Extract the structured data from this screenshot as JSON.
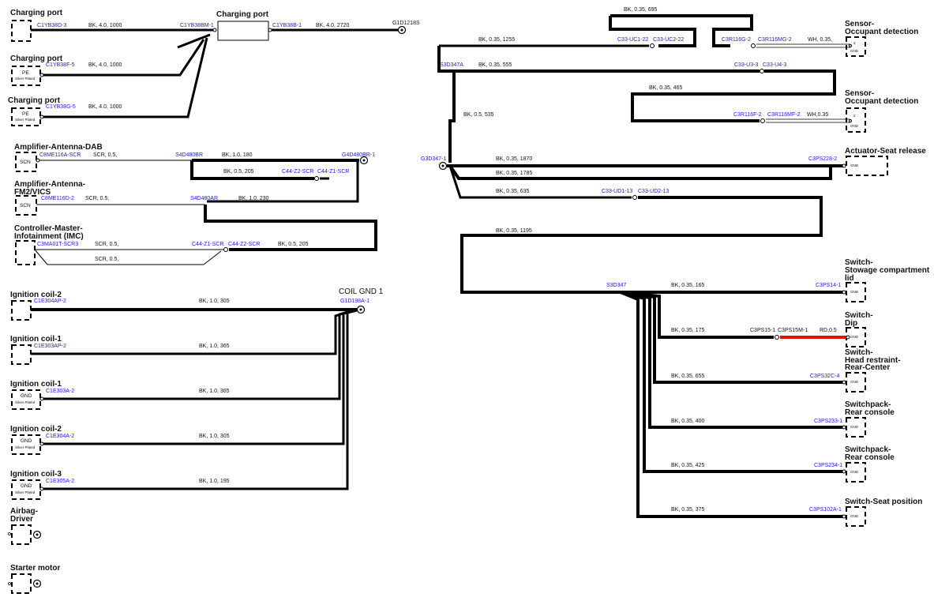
{
  "components": {
    "charging_port_1": "Charging port",
    "charging_port_2": "Charging port",
    "charging_port_3": "Charging port",
    "charging_port_4": "Charging port",
    "amp_dab": "Amplifier-Antenna-DAB",
    "amp_fm_1": "Amplifier-Antenna-",
    "amp_fm_2": "FM2/VICS",
    "imc_1": "Controller-Master-",
    "imc_2": "Infotainment (IMC)",
    "ign_coil_2a": "Ignition coil-2",
    "ign_coil_1a": "Ignition coil-1",
    "ign_coil_1b": "Ignition coil-1",
    "ign_coil_2b": "Ignition coil-2",
    "ign_coil_3": "Ignition coil-3",
    "airbag_1": "Airbag-",
    "airbag_2": "Driver",
    "starter": "Starter motor",
    "coil_gnd": "COIL GND 1",
    "sensor_occ_1a": "Sensor-",
    "sensor_occ_1b": "Occupant detection",
    "sensor_occ_2a": "Sensor-",
    "sensor_occ_2b": "Occupant detection",
    "act_seat": "Actuator-Seat release",
    "sw_stow_1": "Switch-",
    "sw_stow_2": "Stowage compartment",
    "sw_stow_3": "lid",
    "sw_dip_1": "Switch-",
    "sw_dip_2": "Dip",
    "sw_head_1": "Switch-",
    "sw_head_2": "Head restraint-",
    "sw_head_3": "Rear-Center",
    "sw_pack1_1": "Switchpack-",
    "sw_pack1_2": "Rear console",
    "sw_pack2_1": "Switchpack-",
    "sw_pack2_2": "Rear console",
    "sw_seatpos": "Switch-Seat position"
  },
  "inner_labels": {
    "pe_1": "PE",
    "pe_1_sub": "Silver Plated",
    "pe_2": "PE",
    "pe_2_sub": "Silver Plated",
    "scn_1": "SCN",
    "scn_2": "SCN",
    "gnd_c1": "GND",
    "gnd_c1_sub": "Silver Plated",
    "gnd_c2": "GND",
    "gnd_c2_sub": "Silver Plated",
    "gnd_c3": "GND",
    "gnd_c3_sub": "Silver Plated",
    "occ1_pin": "2",
    "occ1_gnd": "GND",
    "occ2_pin": "2",
    "occ2_gnd": "GND",
    "act_gnd": "GND",
    "stow_gnd": "GND",
    "dip_gnd": "GND",
    "head_gnd": "GND",
    "pack1_gnd": "GND",
    "pack2_gnd": "GND",
    "seatpos_gnd": "GND"
  },
  "connectors": {
    "c1yb38d3": "C1YB38D-3",
    "c1yb38bm1": "C1YB38BM-1",
    "c1yb38b1": "C1YB38B-1",
    "g1d1218s": "G1D1218S",
    "c1yb38f5": "C1YB38F-5",
    "c1yb38g5": "C1YB38G-5",
    "c8me116a": "C8ME116A-SCR",
    "s4d480br": "S4D480BR",
    "g4d480br1": "G4D480BR-1",
    "c44z2scr": "C44-Z2-SCR",
    "c44z1scr_a": "C44-Z1-SCR",
    "c8me116d2": "C8ME116D-2",
    "s4d480ar": "S4D480AR",
    "c3ma01t": "C3MA01T-SCR3",
    "c44z1scr_b": "C44-Z1-SCR",
    "c44z2scr_b": "C44-Z2-SCR",
    "c1e304ap2": "C1E304AP-2",
    "g1d198a1": "G1D198A-1",
    "c1e303ap2": "C1E303AP-2",
    "c1e303a2": "C1E303A-2",
    "c1e304a2": "C1E304A-2",
    "c1e305a2": "C1E305A-2",
    "c33uc122": "C33-UC1-22",
    "c33uc222": "C33-UC2-22",
    "c3r116g2": "C3R116G-2",
    "c3r116mg2": "C3R116MG-2",
    "s3d347a": "S3D347A",
    "c33u33": "C33-U3-3",
    "c33u43": "C33-U4-3",
    "c3r116f2": "C3R116F-2",
    "c3r116mf2": "C3R116MF-2",
    "g3d3471": "G3D347-1",
    "c3ps2282": "C3PS228-2",
    "c33ud113": "C33-UD1-13",
    "c33ud213": "C33-UD2-13",
    "s3d347": "S3D347",
    "c3ps141": "C3PS14-1",
    "c3ps151": "C3PS15-1",
    "c3ps15m1": "C3PS15M-1",
    "c3ps32c4": "C3PS32C-4",
    "c3ps2331": "C3PS233-1",
    "c3ps2341": "C3PS234-1",
    "c3ps102a1": "C3PS102A-1"
  },
  "wires": {
    "w1": "BK,  4.0,  1000",
    "w2": "BK,  4.0,  2720",
    "w3": "BK,  4.0,  1000",
    "w4": "BK,  4.0,  1000",
    "w5": "SCR,  0.5,",
    "w6": "BK,  1.0,  180",
    "w7": "BK,  0.5,  205",
    "w8": "SCR,  0.5,",
    "w9": "BK,  1.0,  230",
    "w10": "SCR,  0.5,",
    "w11": "SCR,  0.5,",
    "w12": "BK,  0.5,  205",
    "w13": "BK,  1.0,  305",
    "w14": "BK,  1.0,  365",
    "w15": "BK,  1.0,  365",
    "w16": "BK,  1.0,  305",
    "w17": "BK,  1.0,  195",
    "r1": "BK,  0.35,  695",
    "r2": "BK,  0.35,  1255",
    "r3": "WH,  0.35,",
    "r4": "BK,  0.35,  555",
    "r5": "BK,  0.35,  465",
    "r6": "BK,  0.5,  535",
    "r7": "WH,0.35",
    "r8": "BK,  0.35,  1870",
    "r9": "BK,  0.35,  1785",
    "r10": "BK,  0.35,  635",
    "r11": "BK,  0.35,  1195",
    "r12": "BK,  0.35,  165",
    "r13": "BK,  0.35,  175",
    "r14": "RD,0.5",
    "r15": "BK,  0.35,  655",
    "r16": "BK,  0.35,  400",
    "r17": "BK,  0.35,  425",
    "r18": "BK,  0.35,  375"
  },
  "colors": {
    "wire": "#000000",
    "connector_text": "#1a1ad8",
    "red_wire": "#e01010",
    "white_wire": "#ffffff"
  }
}
